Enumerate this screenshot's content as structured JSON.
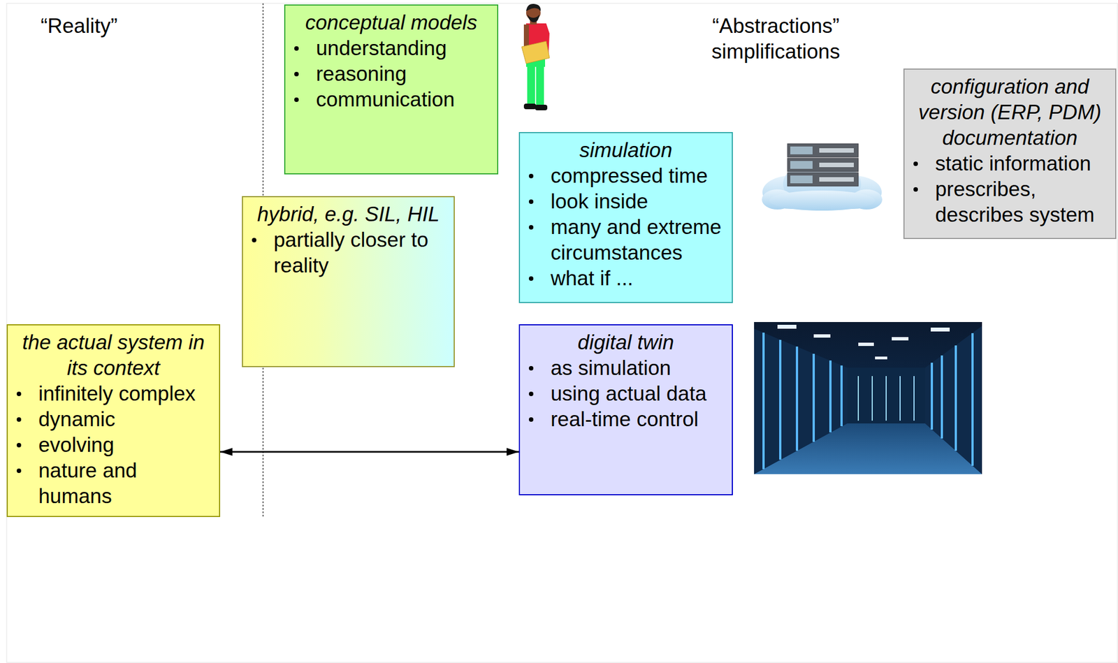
{
  "diagram": {
    "nodes": [
      {
        "text": [
          "conceptual models",
          "understanding",
          "reasoning",
          "communication"
        ]
      },
      {
        "text": [
          "configuration and version (ERP, PDM) documentation",
          "static information",
          "prescribes, describes system"
        ]
      },
      {
        "text": [
          "simulation",
          "compressed time",
          "look inside",
          "many and extreme circumstances",
          "what if ..."
        ]
      },
      {
        "text": [
          "hybrid, e.g. SIL, HIL",
          "partially closer to reality"
        ]
      },
      {
        "text": [
          "the actual system in its context",
          "infinitely complex",
          "dynamic",
          "evolving",
          "nature and humans"
        ]
      },
      {
        "text": [
          "digital twin",
          "as simulation",
          "using actual data",
          "real-time control"
        ]
      }
    ],
    "edges": [
      {
        "from": 4,
        "to": 5,
        "arrow": "both"
      }
    ],
    "labels": [
      "“Reality”",
      "“Abstractions” simplifications"
    ]
  }
}
